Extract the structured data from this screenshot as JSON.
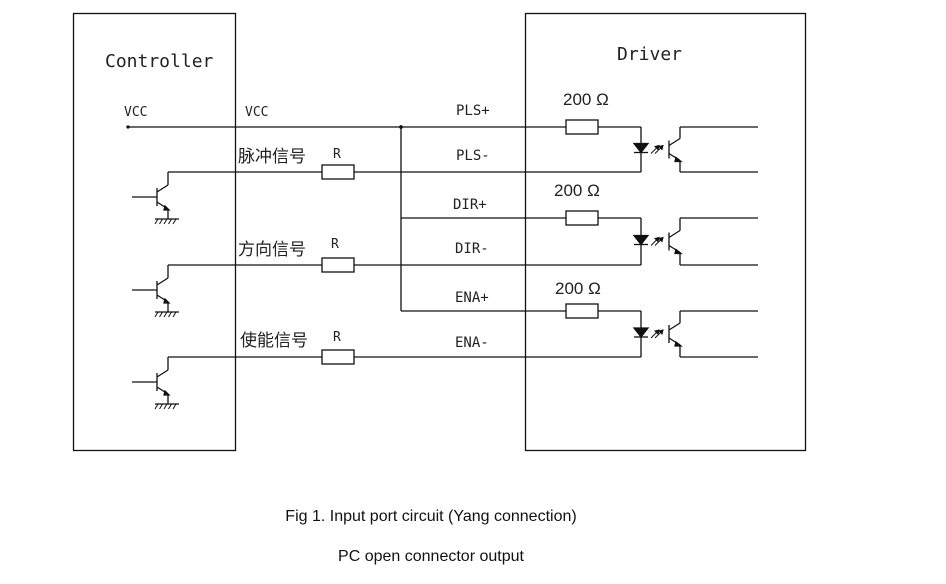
{
  "controller": {
    "title": "Controller",
    "vcc_label": "VCC",
    "channels": [
      {
        "label": "脉冲信号",
        "resistor_label": "R"
      },
      {
        "label": "方向信号",
        "resistor_label": "R"
      },
      {
        "label": "使能信号",
        "resistor_label": "R"
      }
    ]
  },
  "wiring": {
    "vcc_label": "VCC"
  },
  "driver": {
    "title": "Driver",
    "terminals": [
      "PLS+",
      "PLS-",
      "DIR+",
      "DIR-",
      "ENA+",
      "ENA-"
    ],
    "channels": [
      {
        "resistor_label": "200 Ω"
      },
      {
        "resistor_label": "200 Ω"
      },
      {
        "resistor_label": "200 Ω"
      }
    ]
  },
  "captions": {
    "figure": "Fig 1. Input port circuit (Yang connection)",
    "subtitle": "PC open connector output"
  }
}
